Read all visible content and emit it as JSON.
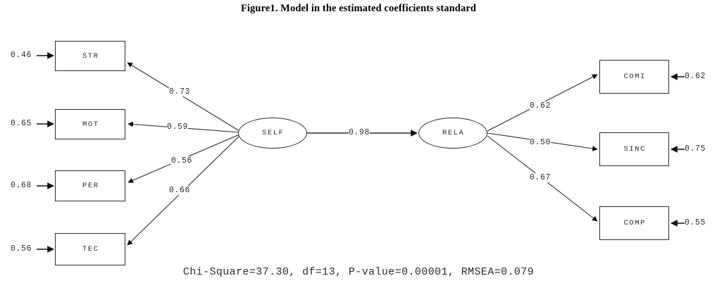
{
  "figure": {
    "title": "Figure1. Model in the estimated coefficients standard",
    "fit_caption": "Chi-Square=37.30, df=13, P-value=0.00001, RMSEA=0.079"
  },
  "chart_data": {
    "type": "diagram",
    "title": "Figure1. Model in the estimated coefficients standard",
    "diagram_kind": "structural-equation-model-path-diagram",
    "latent_variables": [
      {
        "id": "SELF",
        "label": "SELF",
        "shape": "ellipse"
      },
      {
        "id": "RELA",
        "label": "RELA",
        "shape": "ellipse"
      }
    ],
    "observed_variables": [
      {
        "id": "STR",
        "label": "STR",
        "shape": "rectangle",
        "side": "left",
        "error_variance": "0.46",
        "loading": "0.73",
        "latent": "SELF"
      },
      {
        "id": "MOT",
        "label": "MOT",
        "shape": "rectangle",
        "side": "left",
        "error_variance": "0.65",
        "loading": "0.59",
        "latent": "SELF"
      },
      {
        "id": "PER",
        "label": "PER",
        "shape": "rectangle",
        "side": "left",
        "error_variance": "0.68",
        "loading": "0.56",
        "latent": "SELF"
      },
      {
        "id": "TEC",
        "label": "TEC",
        "shape": "rectangle",
        "side": "left",
        "error_variance": "0.56",
        "loading": "0.66",
        "latent": "SELF"
      },
      {
        "id": "COMI",
        "label": "COMI",
        "shape": "rectangle",
        "side": "right",
        "error_variance": "0.62",
        "loading": "0.62",
        "latent": "RELA"
      },
      {
        "id": "SINC",
        "label": "SINC",
        "shape": "rectangle",
        "side": "right",
        "error_variance": "0.75",
        "loading": "0.50",
        "latent": "RELA"
      },
      {
        "id": "COMP",
        "label": "COMP",
        "shape": "rectangle",
        "side": "right",
        "error_variance": "0.55",
        "loading": "0.67",
        "latent": "RELA"
      }
    ],
    "structural_path": {
      "from": "SELF",
      "to": "RELA",
      "coefficient": "0.98"
    },
    "fit_indices": {
      "chi_square": "37.30",
      "df": "13",
      "p_value": "0.00001",
      "rmsea": "0.079",
      "text": "Chi-Square=37.30, df=13, P-value=0.00001, RMSEA=0.079"
    }
  },
  "nodes": {
    "str": {
      "label": "STR"
    },
    "mot": {
      "label": "MOT"
    },
    "per": {
      "label": "PER"
    },
    "tec": {
      "label": "TEC"
    },
    "comi": {
      "label": "COMI"
    },
    "sinc": {
      "label": "SINC"
    },
    "comp": {
      "label": "COMP"
    },
    "self": {
      "label": "SELF"
    },
    "rela": {
      "label": "RELA"
    }
  },
  "errors": {
    "str": "0.46",
    "mot": "0.65",
    "per": "0.68",
    "tec": "0.56",
    "comi": "0.62",
    "sinc": "0.75",
    "comp": "0.55"
  },
  "loadings": {
    "str": "0.73",
    "mot": "0.59",
    "per": "0.56",
    "tec": "0.66",
    "comi": "0.62",
    "sinc": "0.50",
    "comp": "0.67",
    "self_to_rela": "0.98"
  },
  "colors": {
    "stroke": "#2b2b2b",
    "background": "#ffffff"
  }
}
